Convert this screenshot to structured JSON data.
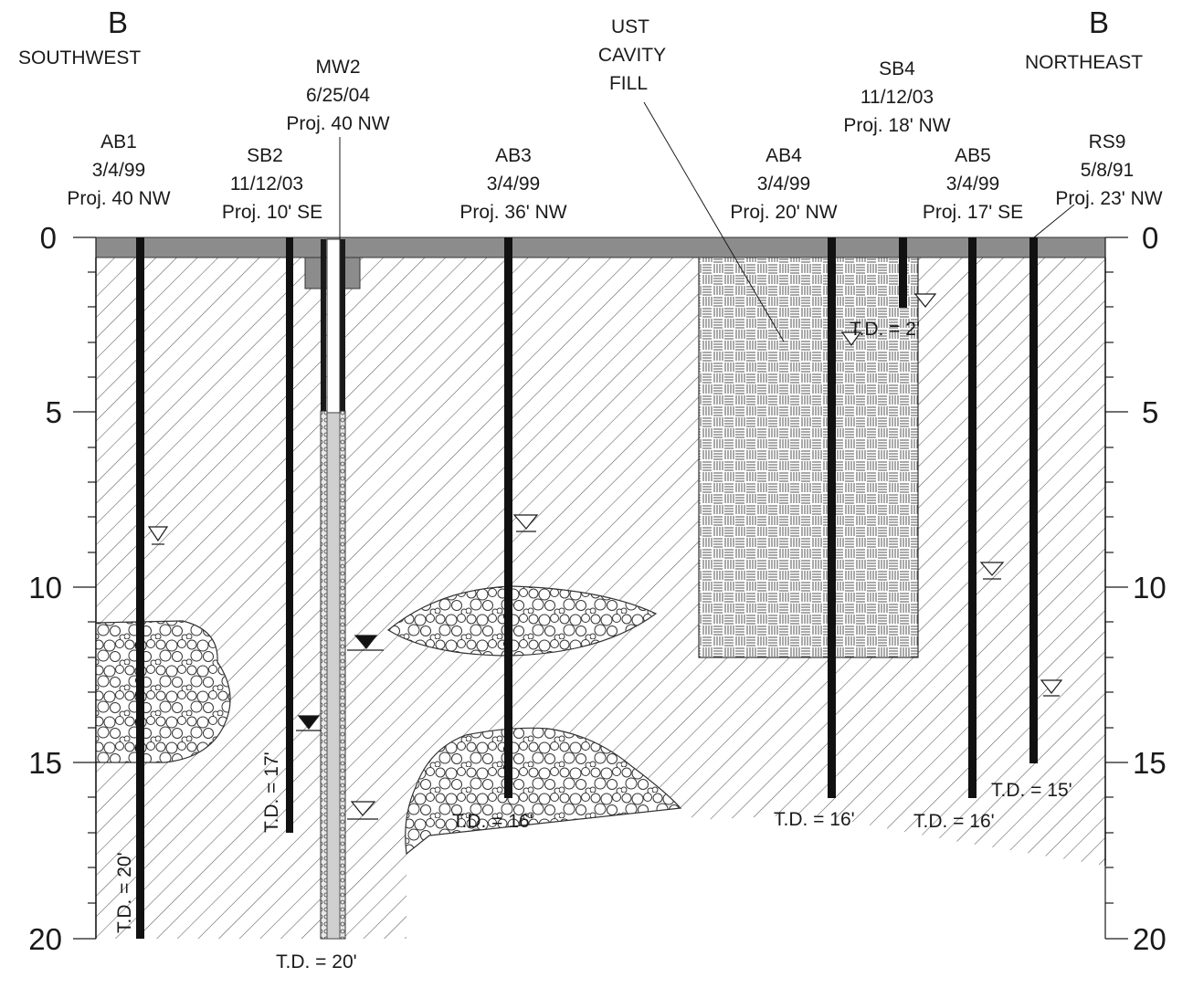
{
  "section": {
    "left_letter": "B",
    "left_direction": "SOUTHWEST",
    "right_letter": "B",
    "right_direction": "NORTHEAST"
  },
  "depth_axis": {
    "ticks": [
      "0",
      "5",
      "10",
      "15",
      "20"
    ]
  },
  "ust_label": [
    "UST",
    "CAVITY",
    "FILL"
  ],
  "borings": [
    {
      "id": "ab1",
      "lines": [
        "AB1",
        "3/4/99",
        "Proj. 40 NW"
      ],
      "total_depth": "T.D. = 20'"
    },
    {
      "id": "sb2",
      "lines": [
        "SB2",
        "11/12/03",
        "Proj. 10' SE"
      ],
      "total_depth": "T.D. = 17'"
    },
    {
      "id": "mw2",
      "lines": [
        "MW2",
        "6/25/04",
        "Proj. 40 NW"
      ],
      "total_depth": "T.D. = 20'"
    },
    {
      "id": "ab3",
      "lines": [
        "AB3",
        "3/4/99",
        "Proj. 36' NW"
      ],
      "total_depth": "T.D. = 16'"
    },
    {
      "id": "ab4",
      "lines": [
        "AB4",
        "3/4/99",
        "Proj. 20' NW"
      ],
      "total_depth": "T.D. = 16'"
    },
    {
      "id": "sb4",
      "lines": [
        "SB4",
        "11/12/03",
        "Proj. 18' NW"
      ],
      "total_depth": "T.D. = 2'"
    },
    {
      "id": "ab5",
      "lines": [
        "AB5",
        "3/4/99",
        "Proj. 17' SE"
      ],
      "total_depth": "T.D. = 16'"
    },
    {
      "id": "rs9",
      "lines": [
        "RS9",
        "5/8/91",
        "Proj. 23' NW"
      ],
      "total_depth": "T.D. = 15'"
    }
  ],
  "colors": {
    "line": "#1a1a1a",
    "hatch": "#555555",
    "pavement": "#8a8a8a"
  }
}
